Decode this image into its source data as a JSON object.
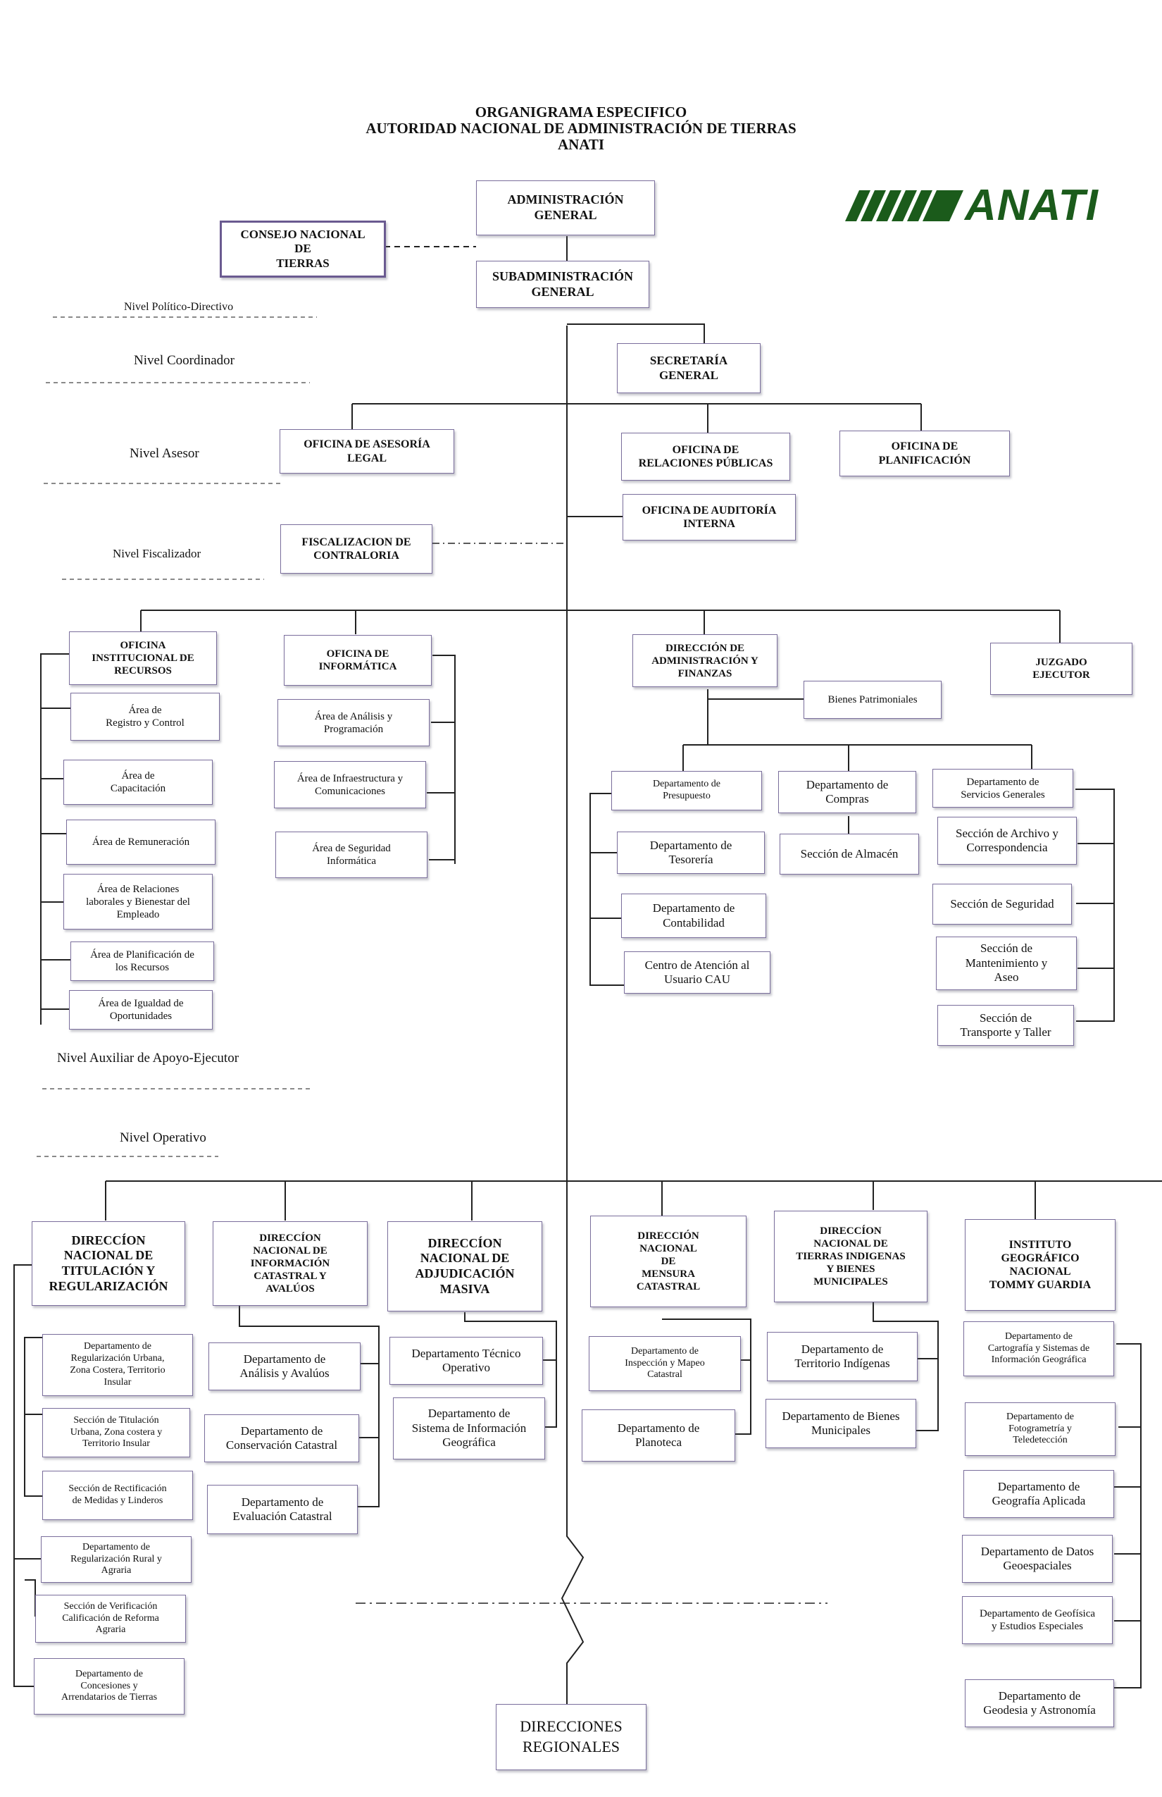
{
  "header": {
    "title_line1": "ORGANIGRAMA ESPECIFICO",
    "title_line2": "AUTORIDAD NACIONAL DE ADMINISTRACIÓN DE TIERRAS",
    "title_line3": "ANATI",
    "logo_text": "ANATI",
    "logo_color": "#1b5b1b"
  },
  "levels": {
    "politico": "Nivel Político-Directivo",
    "coordinador": "Nivel Coordinador",
    "asesor": "Nivel Asesor",
    "fiscalizador": "Nivel Fiscalizador",
    "auxiliar": "Nivel Auxiliar de Apoyo-Ejecutor",
    "operativo": "Nivel Operativo"
  },
  "top": {
    "administracion": "ADMINISTRACIÓN\nGENERAL",
    "consejo": "CONSEJO NACIONAL\nDE\nTIERRAS",
    "subadministracion": "SUBADMINISTRACIÓN\nGENERAL",
    "secretaria": "SECRETARÍA\nGENERAL"
  },
  "asesor": {
    "legal": "OFICINA DE ASESORÍA\nLEGAL",
    "relaciones": "OFICINA DE\nRELACIONES PÚBLICAS",
    "planificacion": "OFICINA DE\nPLANIFICACIÓN"
  },
  "fiscalizador": {
    "auditoria": "OFICINA DE AUDITORÍA\nINTERNA",
    "contraloria": "FISCALIZACION DE\nCONTRALORIA"
  },
  "recursos": {
    "head": "OFICINA\nINSTITUCIONAL DE\nRECURSOS",
    "items": [
      "Área de\nRegistro y Control",
      "Área de\nCapacitación",
      "Área de Remuneración",
      "Área de Relaciones\nlaborales y Bienestar del\nEmpleado",
      "Área de Planificación de\nlos Recursos",
      "Área de Igualdad de\nOportunidades"
    ]
  },
  "informatica": {
    "head": "OFICINA DE\nINFORMÁTICA",
    "items": [
      "Área de Análisis y\nProgramación",
      "Área de Infraestructura y\nComunicaciones",
      "Área de Seguridad\nInformática"
    ]
  },
  "finanzas": {
    "head": "DIRECCIÓN DE\nADMINISTRACIÓN Y\nFINANZAS",
    "bienes": "Bienes Patrimoniales",
    "presupuesto": "Departamento de\nPresupuesto",
    "tesoreria": "Departamento de\nTesorería",
    "contabilidad": "Departamento de\nContabilidad",
    "cau": "Centro de Atención al\nUsuario   CAU",
    "compras": "Departamento de\nCompras",
    "almacen": "Sección de Almacén",
    "servicios": "Departamento de\nServicios Generales",
    "archivo": "Sección de Archivo y\nCorrespondencia",
    "seguridad": "Sección de Seguridad",
    "mantenimiento": "Sección de\nMantenimiento y\nAseo",
    "transporte": "Sección de\nTransporte y Taller"
  },
  "juzgado": "JUZGADO\nEJECUTOR",
  "operativo": {
    "titulacion": {
      "head": "DIRECCÍON\nNACIONAL DE\nTITULACIÓN Y\nREGULARIZACIÓN",
      "items": [
        "Departamento de\nRegularización Urbana,\nZona Costera, Territorio\nInsular",
        "Sección de Titulación\nUrbana, Zona costera y\nTerritorio Insular",
        "Sección de Rectificación\nde Medidas y Linderos",
        "Departamento de\nRegularización Rural y\nAgraria",
        "Sección de Verificación\nCalificación de Reforma\nAgraria",
        "Departamento de\nConcesiones y\nArrendatarios de Tierras"
      ]
    },
    "catastral": {
      "head": "DIRECCÍON\nNACIONAL DE\nINFORMACIÓN\nCATASTRAL Y\nAVALÚOS",
      "items": [
        "Departamento de\nAnálisis y Avalúos",
        "Departamento de\nConservación Catastral",
        "Departamento de\nEvaluación Catastral"
      ]
    },
    "adjudicacion": {
      "head": "DIRECCÍON\nNACIONAL DE\nADJUDICACIÓN\nMASIVA",
      "items": [
        "Departamento Técnico\nOperativo",
        "Departamento de\nSistema de Información\nGeográfica"
      ]
    },
    "mensura": {
      "head": "DIRECCIÓN\nNACIONAL\nDE\nMENSURA\nCATASTRAL",
      "items": [
        "Departamento de\nInspección y Mapeo\nCatastral",
        "Departamento de\nPlanoteca"
      ]
    },
    "indigenas": {
      "head": "DIRECCÍON\nNACIONAL DE\nTIERRAS INDIGENAS\nY BIENES\nMUNICIPALES",
      "items": [
        "Departamento de\nTerritorio Indígenas",
        "Departamento de Bienes\nMunicipales"
      ]
    },
    "tommy": {
      "head": "INSTITUTO\nGEOGRÁFICO\nNACIONAL\nTOMMY GUARDIA",
      "items": [
        "Departamento de\nCartografía y Sistemas de\nInformación Geográfica",
        "Departamento de\nFotogrametría y\nTeledetección",
        "Departamento de\nGeografía Aplicada",
        "Departamento de Datos\nGeoespaciales",
        "Departamento de Geofísica\ny Estudios Especiales",
        "Departamento de\nGeodesia y Astronomía"
      ]
    }
  },
  "regionales": "DIRECCIONES\nREGIONALES"
}
